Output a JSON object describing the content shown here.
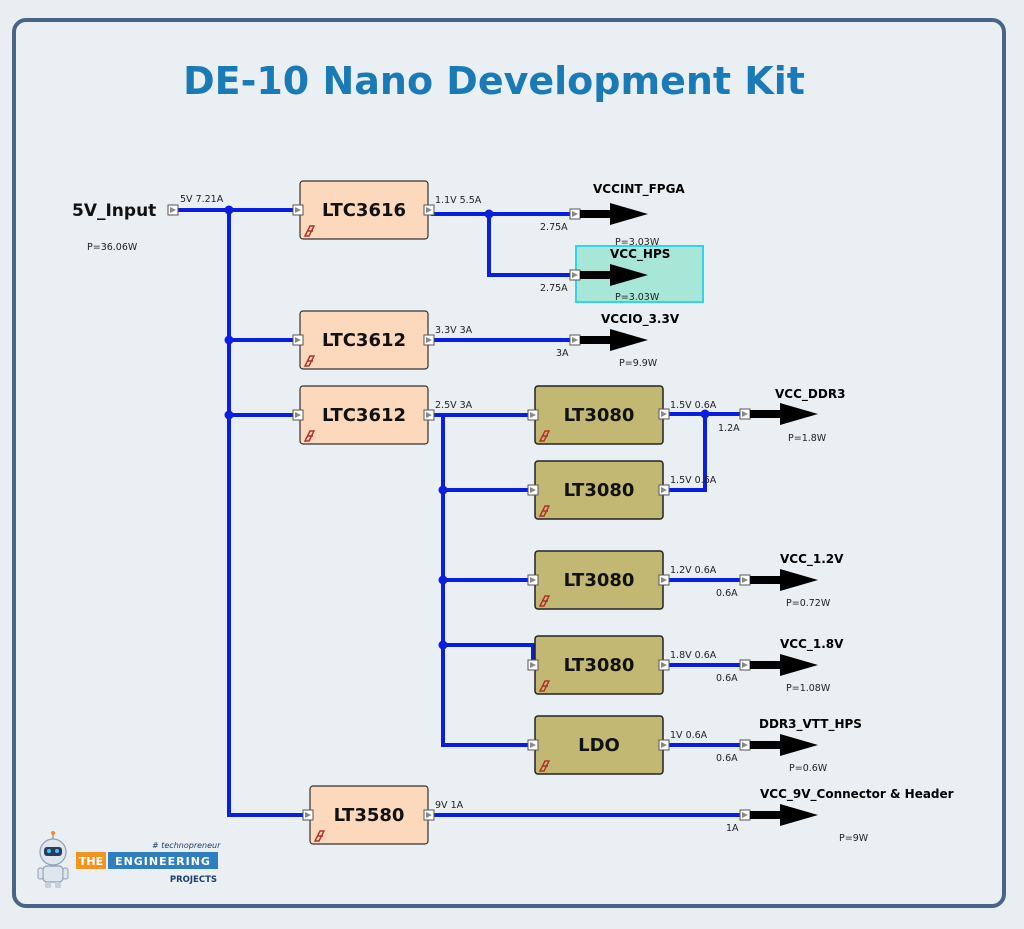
{
  "title": "DE-10 Nano Development Kit",
  "input": {
    "name": "5V_Input",
    "spec": "5V 7.21A",
    "power": "P=36.06W"
  },
  "blocks": {
    "ltc3616": {
      "label": "LTC3616",
      "out": "1.1V 5.5A"
    },
    "ltc3612a": {
      "label": "LTC3612",
      "out": "3.3V 3A"
    },
    "ltc3612b": {
      "label": "LTC3612",
      "out": "2.5V 3A"
    },
    "lt3080a": {
      "label": "LT3080",
      "out": "1.5V 0.6A"
    },
    "lt3080b": {
      "label": "LT3080",
      "out": "1.5V 0.6A"
    },
    "lt3080c": {
      "label": "LT3080",
      "out": "1.2V 0.6A"
    },
    "lt3080d": {
      "label": "LT3080",
      "out": "1.8V 0.6A"
    },
    "ldo": {
      "label": "LDO",
      "out": "1V 0.6A"
    },
    "lt3580": {
      "label": "LT3580",
      "out": "9V 1A"
    }
  },
  "rails": {
    "vccint": {
      "name": "VCCINT_FPGA",
      "current": "2.75A",
      "power": "P=3.03W"
    },
    "vcchps": {
      "name": "VCC_HPS",
      "current": "2.75A",
      "power": "P=3.03W"
    },
    "vccio": {
      "name": "VCCIO_3.3V",
      "current": "3A",
      "power": "P=9.9W"
    },
    "ddr3": {
      "name": "VCC_DDR3",
      "current": "1.2A",
      "power": "P=1.8W"
    },
    "v12": {
      "name": "VCC_1.2V",
      "current": "0.6A",
      "power": "P=0.72W"
    },
    "v18": {
      "name": "VCC_1.8V",
      "current": "0.6A",
      "power": "P=1.08W"
    },
    "vtt": {
      "name": "DDR3_VTT_HPS",
      "current": "0.6A",
      "power": "P=0.6W"
    },
    "v9": {
      "name": "VCC_9V_Connector & Header",
      "current": "1A",
      "power": "P=9W"
    }
  },
  "logo": {
    "tag": "# technopreneur",
    "word1": "THE",
    "word2": "ENGINEERING",
    "word3": "PROJECTS"
  },
  "colors": {
    "wire": "#0a1ee0",
    "buck": "#fcd8bc",
    "ldo": "#c2b873",
    "highlight": "#a8e6d8",
    "title": "#1a7ab6"
  }
}
